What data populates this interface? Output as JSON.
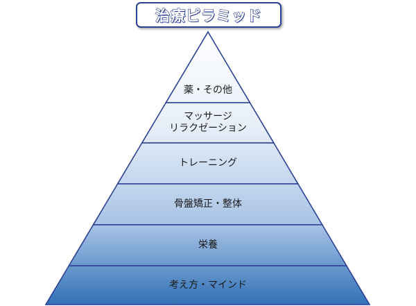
{
  "title": "治療ピラミッド",
  "colors": {
    "outline": "#2b3f93",
    "tier_top": "#ffffff",
    "tier_bottom": "#1f5fa8"
  },
  "tiers": [
    {
      "lines": [
        "薬・その他"
      ]
    },
    {
      "lines": [
        "マッサージ",
        "リラクゼーション"
      ]
    },
    {
      "lines": [
        "トレーニング"
      ]
    },
    {
      "lines": [
        "骨盤矯正・整体"
      ]
    },
    {
      "lines": [
        "栄養"
      ]
    },
    {
      "lines": [
        "考え方・マインド"
      ]
    }
  ]
}
